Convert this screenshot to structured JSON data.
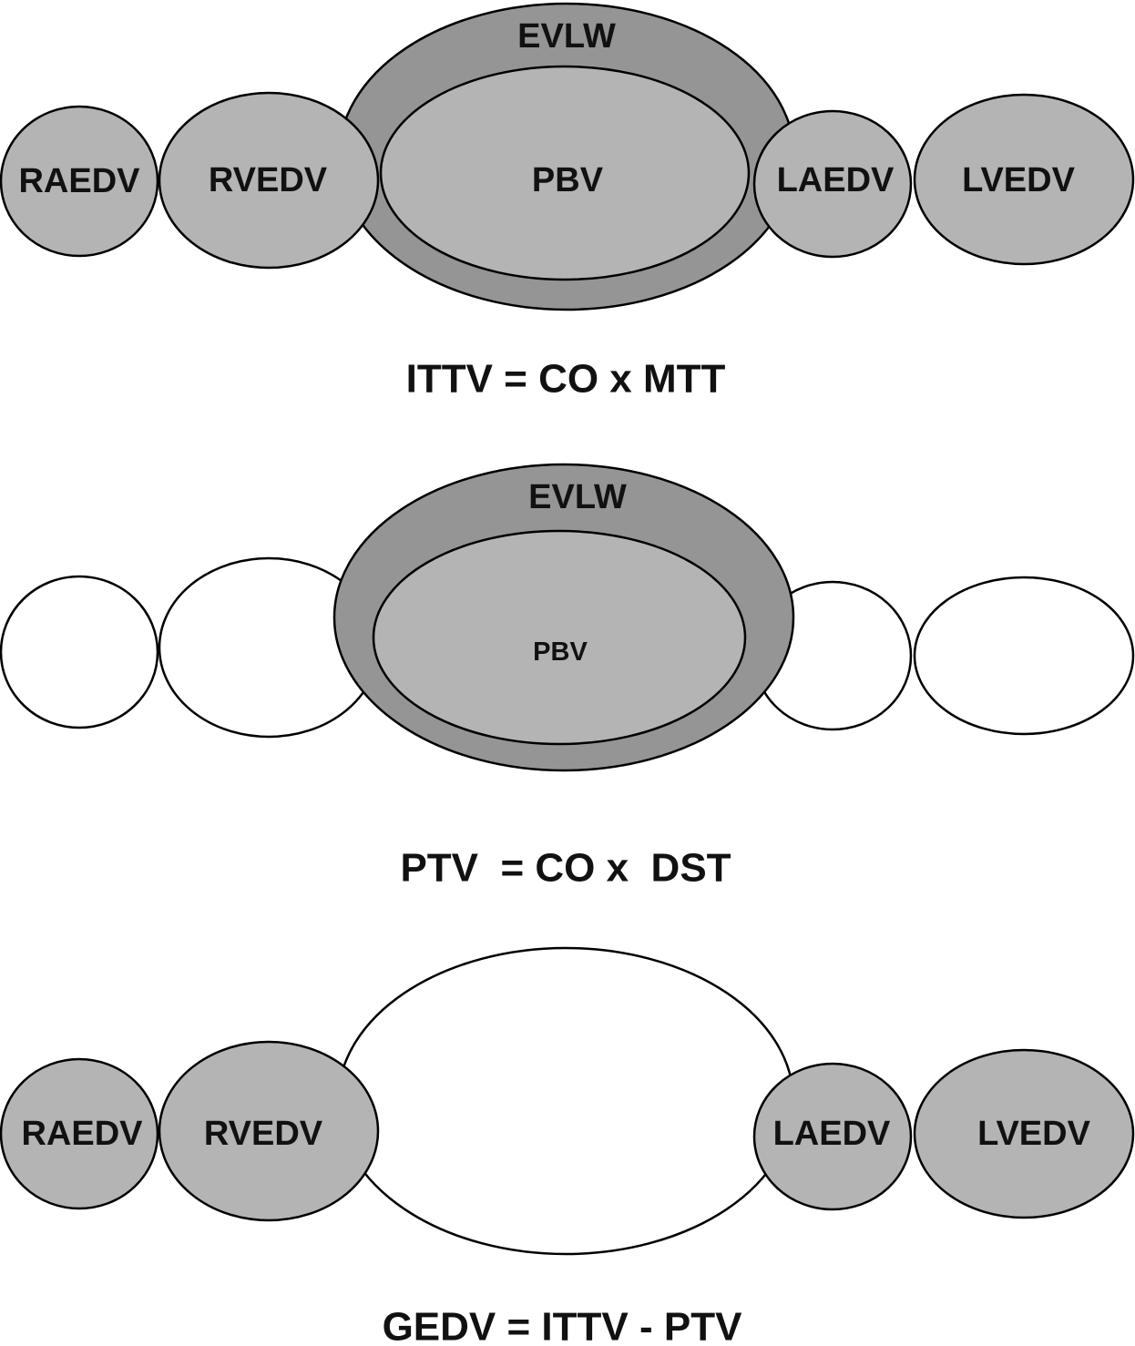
{
  "colors": {
    "chamber_fill": "#b4b4b4",
    "outer_lung_fill": "#959595",
    "inner_blood_fill": "#b4b4b4",
    "empty_fill": "#ffffff",
    "stroke": "#000000"
  },
  "panel_itt": {
    "raedv_label": "RAEDV",
    "rvedv_label": "RVEDV",
    "evlw_label": "EVLW",
    "pbv_label": "PBV",
    "laedv_label": "LAEDV",
    "lvedv_label": "LVEDV",
    "formula": "ITTV = CO x MTT"
  },
  "panel_pt": {
    "evlw_label": "EVLW",
    "pbv_label": "PBV",
    "formula": "PTV  = CO x  DST"
  },
  "panel_ged": {
    "raedv_label": "RAEDV",
    "rvedv_label": "RVEDV",
    "laedv_label": "LAEDV",
    "lvedv_label": "LVEDV",
    "formula": "GEDV = ITTV - PTV"
  }
}
